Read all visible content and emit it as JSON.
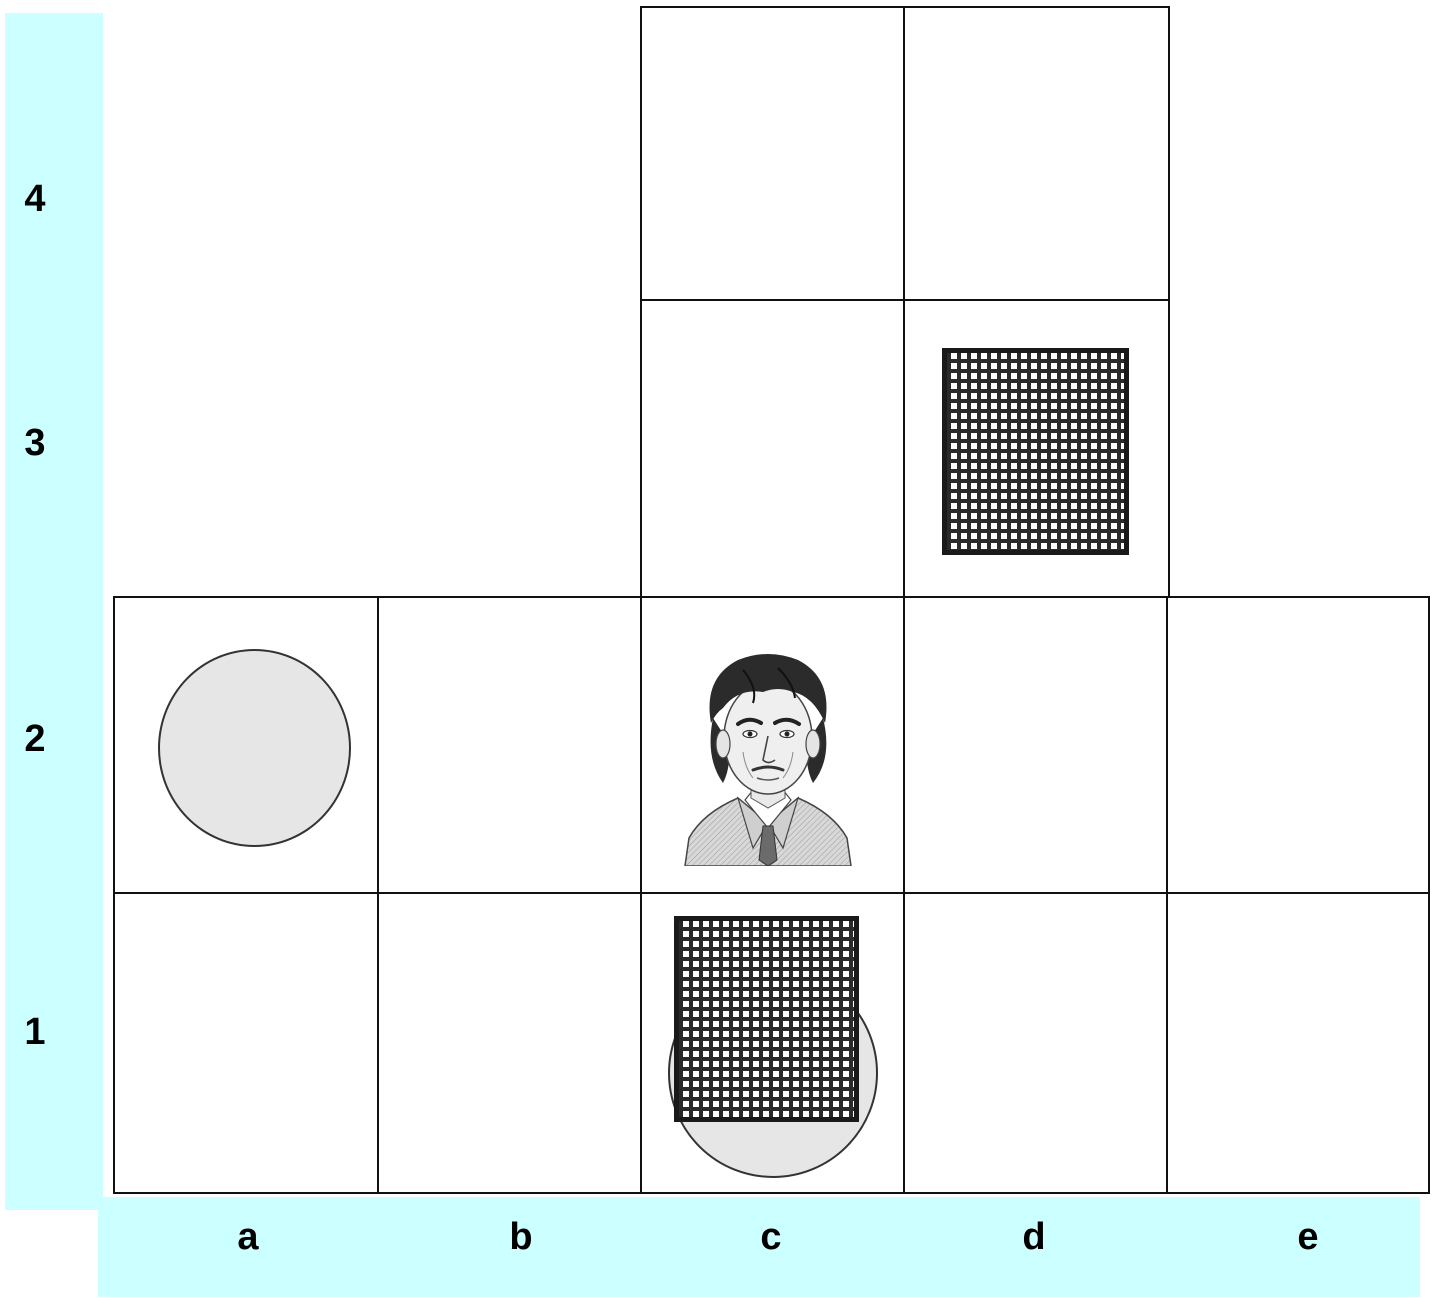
{
  "board": {
    "rows": [
      "4",
      "3",
      "2",
      "1"
    ],
    "columns": [
      "a",
      "b",
      "c",
      "d",
      "e"
    ],
    "squares": [
      "c4",
      "d4",
      "c3",
      "d3",
      "a2",
      "b2",
      "c2",
      "d2",
      "e2",
      "a1",
      "b1",
      "c1",
      "d1",
      "e1"
    ]
  },
  "pieces": [
    {
      "type": "disc",
      "square": "a2"
    },
    {
      "type": "block",
      "square": "d3"
    },
    {
      "type": "person",
      "square": "c2"
    },
    {
      "type": "disc",
      "square": "c1"
    },
    {
      "type": "block",
      "square": "c1"
    }
  ],
  "colors": {
    "axis_background": "#ccffff",
    "grid_line": "#111111",
    "disc_fill": "#e6e6e6",
    "block_pattern": "#2a2a2a"
  }
}
